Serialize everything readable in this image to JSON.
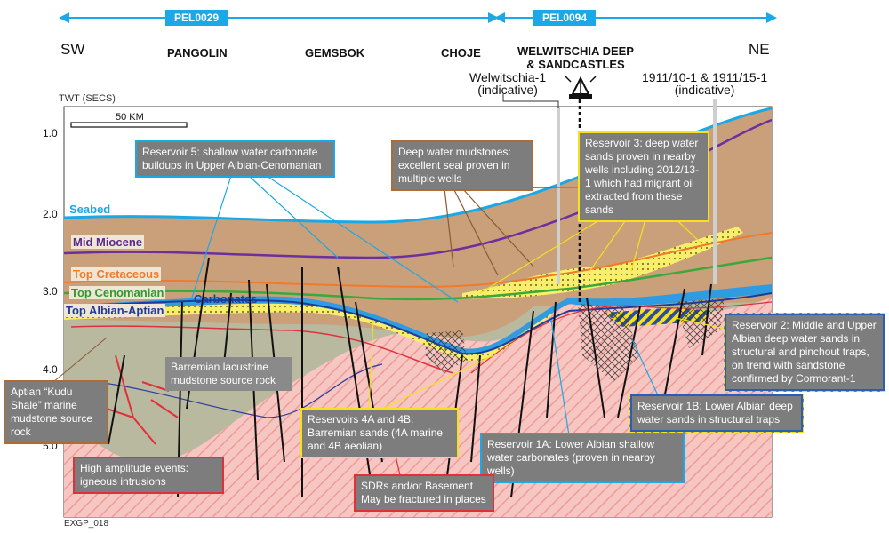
{
  "permits": {
    "left": "PEL0029",
    "right": "PEL0094"
  },
  "directions": {
    "sw": "SW",
    "ne": "NE"
  },
  "prospects": [
    "PANGOLIN",
    "GEMSBOK",
    "CHOJE",
    "WELWITSCHIA DEEP\n& SANDCASTLES"
  ],
  "wells": {
    "welwitschia": "Welwitschia-1\n(indicative)",
    "other": "1911/10-1 & 1911/15-1\n(indicative)"
  },
  "axis": {
    "title": "TWT (SECS)",
    "ticks": [
      "1.0",
      "2.0",
      "3.0",
      "4.0",
      "5.0"
    ]
  },
  "scale_bar": "50 KM",
  "horizons": {
    "seabed": "Seabed",
    "mid_miocene": "Mid Miocene",
    "top_cretaceous": "Top Cretaceous",
    "top_cenomanian": "Top Cenomanian",
    "top_albian_aptian": "Top Albian-Aptian",
    "carbonates": "Carbonates"
  },
  "notes": {
    "res5": "Reservoir 5: shallow water carbonate buildups in Upper Albian-Cenomanian",
    "deep_mud": "Deep water mudstones: excellent seal proven in multiple wells",
    "res3": "Reservoir 3: deep water sands proven in nearby wells including 2012/13-1 which had migrant oil extracted from these sands",
    "res2": "Reservoir 2: Middle and Upper Albian deep water sands in structural and pinchout traps, on trend with sandstone confirmed by Cormorant-1",
    "res1b": "Reservoir 1B: Lower Albian deep water sands in structural traps",
    "res1a": "Reservoir 1A: Lower Albian shallow water carbonates (proven in nearby wells)",
    "res4": "Reservoirs 4A and 4B: Barremian sands (4A marine and 4B aeolian)",
    "barremian": "Barremian lacustrine mudstone source rock",
    "kudu": "Aptian “Kudu Shale” marine mudstone source rock",
    "igneous": "High amplitude events: igneous intrusions",
    "sdr": "SDRs and/or Basement May be fractured in places"
  },
  "colors": {
    "seabed": "#1aa8e6",
    "mid_miocene": "#6b2fa0",
    "top_cretaceous": "#f07a2a",
    "top_cenomanian": "#3aa83a",
    "top_albian_aptian": "#1c3c9c",
    "overburden": "#c9a07a",
    "basement": "#f4b9b5",
    "source_rock": "#b9b9a0"
  },
  "figure_code": "EXGP_018"
}
